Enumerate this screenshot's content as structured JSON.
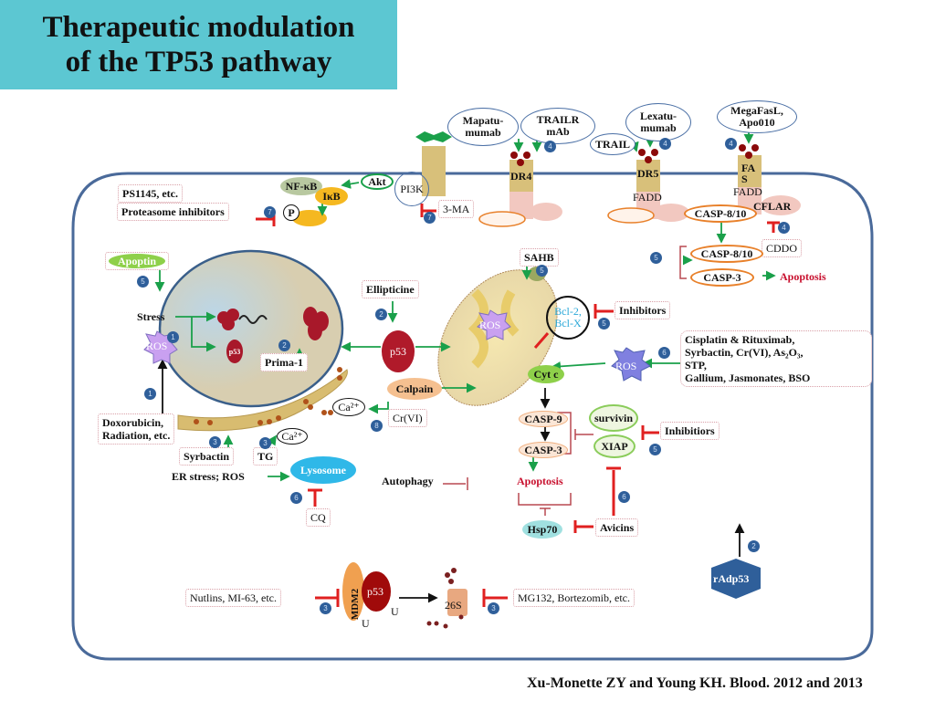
{
  "title": {
    "line1": "Therapeutic modulation",
    "line2": "of the TP53 pathway"
  },
  "labels": {
    "mapatumumab": "Mapatu-\nmumab",
    "trailr_mab": "TRAILR\nmAb",
    "lexatumumab": "Lexatu-\nmumab",
    "megafasl": "MegaFasL,\nApo010",
    "trail": "TRAIL",
    "dr4": "DR4",
    "dr5": "DR5",
    "fas": "FA\nS",
    "fadd1": "FADD",
    "fadd2": "FADD",
    "cflar": "CFLAR",
    "casp810_a": "CASP-8/10",
    "cddo": "CDDO",
    "casp810_b": "CASP-8/10",
    "casp3_a": "CASP-3",
    "apoptosis_a": "Apoptosis",
    "sahb": "SAHB",
    "bcl": "Bcl-2,\nBcl-X",
    "inhibitors": "Inhibitors",
    "ros_mito": "ROS",
    "cisplatin": "Cisplatin & Rituximab,\nSyrbactin, Cr(VI), As₂O₃,\nSTP,\nGallium, Jasmonates, BSO",
    "ros_right": "ROS",
    "cytc": "Cyt c",
    "casp9": "CASP-9",
    "casp3_b": "CASP-3",
    "survivin": "survivin",
    "xiap": "XIAP",
    "inhibitiors": "Inhibitiors",
    "apoptosis_b": "Apoptosis",
    "hsp70": "Hsp70",
    "avicins": "Avicins",
    "autophagy": "Autophagy",
    "radp53": "rAdp53",
    "nutlins": "Nutlins, MI-63, etc.",
    "mdm2": "MDM2",
    "p53_mdm2": "p53",
    "u": "U",
    "s26": "26S",
    "mg132": "MG132, Bortezomib, etc.",
    "ps1145": "PS1145, etc.",
    "proteasome": "Proteasome inhibitors",
    "p": "P",
    "nfkb": "NF-κB",
    "ikb": "IκB",
    "akt": "Akt",
    "pi3k": "PI3K",
    "ma3": "3-MA",
    "apoptin": "Apoptin",
    "stress": "Stress",
    "ros_nuc": "ROS",
    "p53_small": "p53",
    "prima1": "Prima-1",
    "ellipticine": "Ellipticine",
    "p53_main": "p53",
    "calpain": "Calpain",
    "ca_a": "Ca²⁺",
    "crvi": "Cr(VI)",
    "doxorubicin": "Doxorubicin,\nRadiation, etc.",
    "syrbactin": "Syrbactin",
    "tg": "TG",
    "ca_b": "Ca²⁺",
    "er_stress": "ER stress; ROS",
    "lysosome": "Lysosome",
    "cq": "CQ"
  },
  "badges": [
    "7",
    "7",
    "4",
    "4",
    "4",
    "4",
    "5",
    "5",
    "5",
    "5",
    "1",
    "1",
    "2",
    "2",
    "3",
    "3",
    "8",
    "6",
    "5",
    "6",
    "6",
    "2",
    "3",
    "3"
  ],
  "citation": "Xu-Monette ZY and Young KH. Blood. 2012 and 2013",
  "colors": {
    "title_bg": "#5cc7d2",
    "membrane": "#4a6a9a",
    "activation": "#1aa04a",
    "inhibition": "#e02020",
    "apoptosis": "#c8102e"
  }
}
